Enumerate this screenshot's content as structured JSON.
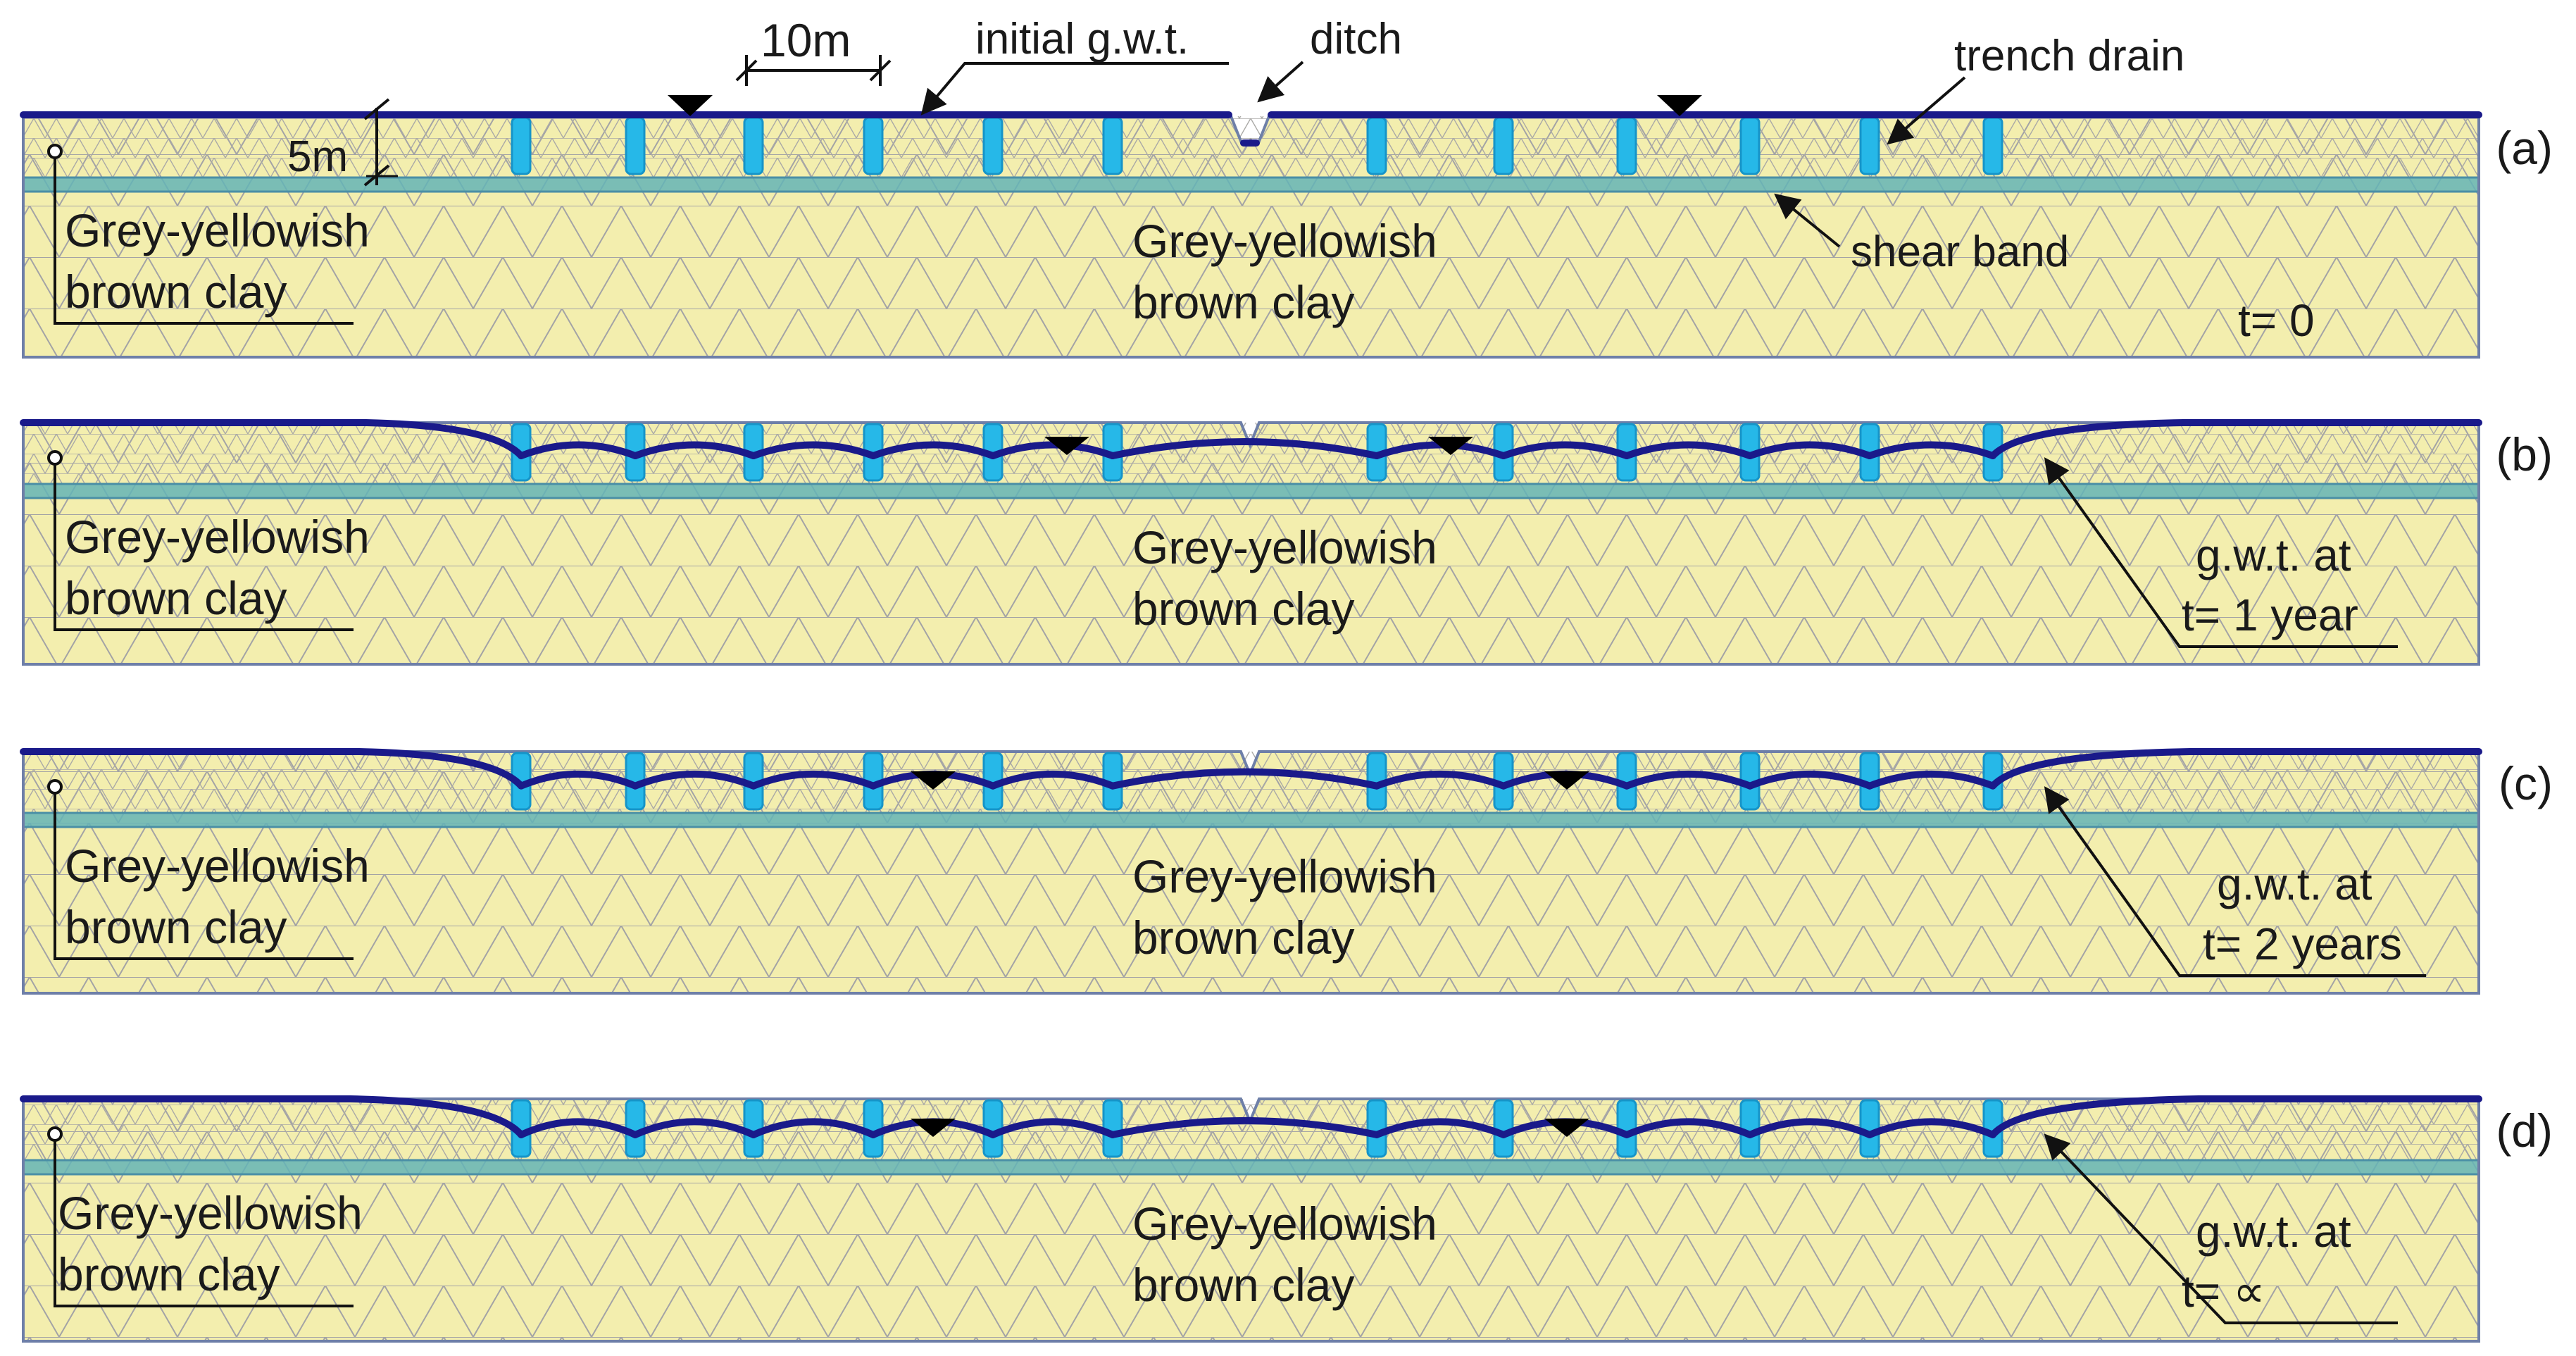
{
  "figure": {
    "colors": {
      "clay_fill": "#f3eeae",
      "mesh_line": "#9a9a9c",
      "domain_border": "#6e7fa8",
      "shear_band": "#64b4b6",
      "drain_fill": "#26b8e8",
      "drain_edge": "#1694c8",
      "gwt_line": "#1a1a8a",
      "label_color": "#1a1a1a"
    },
    "annotations": {
      "spacing": "10m",
      "depth": "5m",
      "initial_gwt": "initial g.w.t.",
      "ditch": "ditch",
      "trench_drain": "trench drain",
      "shear_band": "shear band"
    },
    "panels": [
      {
        "id": "a",
        "tag": "(a)",
        "left_label": [
          "Grey-yellowish",
          "brown clay"
        ],
        "center_label": [
          "Grey-yellowish",
          "brown clay"
        ],
        "time_label": [
          "t= 0"
        ],
        "gwt_state": "initial"
      },
      {
        "id": "b",
        "tag": "(b)",
        "left_label": [
          "Grey-yellowish",
          "brown clay"
        ],
        "center_label": [
          "Grey-yellowish",
          "brown clay"
        ],
        "time_label": [
          "g.w.t. at",
          "t= 1 year"
        ],
        "gwt_state": "drawdown",
        "drawdown_fraction": 0.5
      },
      {
        "id": "c",
        "tag": "(c)",
        "left_label": [
          "Grey-yellowish",
          "brown clay"
        ],
        "center_label": [
          "Grey-yellowish",
          "brown clay"
        ],
        "time_label": [
          "g.w.t. at",
          "t= 2 years"
        ],
        "gwt_state": "drawdown",
        "drawdown_fraction": 0.62
      },
      {
        "id": "d",
        "tag": "(d)",
        "left_label": [
          "Grey-yellowish",
          "brown clay"
        ],
        "center_label": [
          "Grey-yellowish",
          "brown clay"
        ],
        "time_label": [
          "g.w.t. at",
          "t= ∝"
        ],
        "gwt_state": "drawdown",
        "drawdown_fraction": 0.78
      }
    ]
  }
}
